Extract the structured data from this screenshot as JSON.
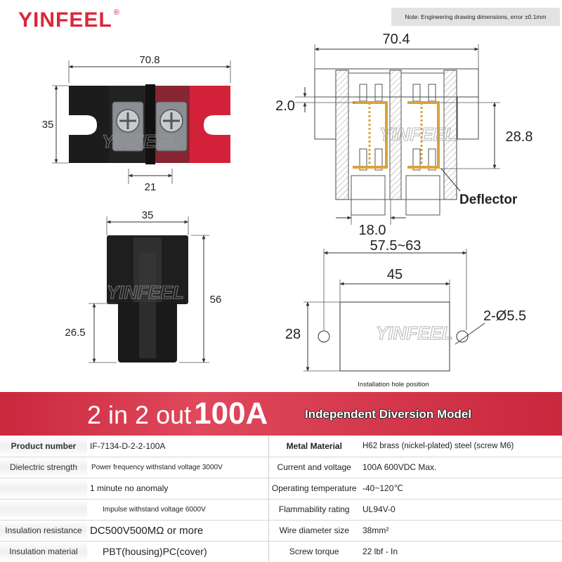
{
  "brand": {
    "name": "YINFEEL",
    "registered": "®"
  },
  "note": "Note: Engineering drawing dimensions, error ±0.1mm",
  "watermark": "YINFEEL",
  "top_view": {
    "width": "70.8",
    "height": "35",
    "pitch": "21"
  },
  "section_view": {
    "width": "70.4",
    "top_gap": "2.0",
    "height": "28.8",
    "bottom_gap": "18.0",
    "label": "Deflector"
  },
  "side_view": {
    "width": "35",
    "height": "56",
    "lower": "26.5"
  },
  "hole_view": {
    "outer": "57.5~63",
    "spacing": "45",
    "height": "28",
    "holes": "2-Ø5.5",
    "caption": "Installation hole position"
  },
  "banner": {
    "main": "2 in 2 out",
    "current": "100A",
    "model": "Independent Diversion Model"
  },
  "specs": [
    {
      "label": "Product number",
      "value": "IF-7134-D-2-2-100A",
      "label2": "Metal Material",
      "value2": "H62 brass (nickel-plated) steel (screw M6)"
    },
    {
      "label": "Dielectric strength",
      "value": "Power frequency withstand voltage 3000V",
      "label2": "Current and voltage",
      "value2": "100A 600VDC Max."
    },
    {
      "label": "",
      "value": "1 minute no anomaly",
      "label2": "Operating temperature",
      "value2": "-40~120℃"
    },
    {
      "label": "",
      "value": "Impulse withstand voltage 6000V",
      "label2": "Flammability rating",
      "value2": "UL94V-0"
    },
    {
      "label": "Insulation resistance",
      "value": "DC500V500MΩ or more",
      "label2": "Wire diameter size",
      "value2": "38mm²"
    },
    {
      "label": "Insulation material",
      "value": "PBT(housing)PC(cover)",
      "label2": "Screw torque",
      "value2": "22 lbf - In"
    }
  ],
  "colors": {
    "brand_red": "#d9283a",
    "banner_red": "#c9283d",
    "housing_black": "#1c1c1c",
    "housing_red": "#d4213a",
    "deflector": "#d9a23a"
  }
}
